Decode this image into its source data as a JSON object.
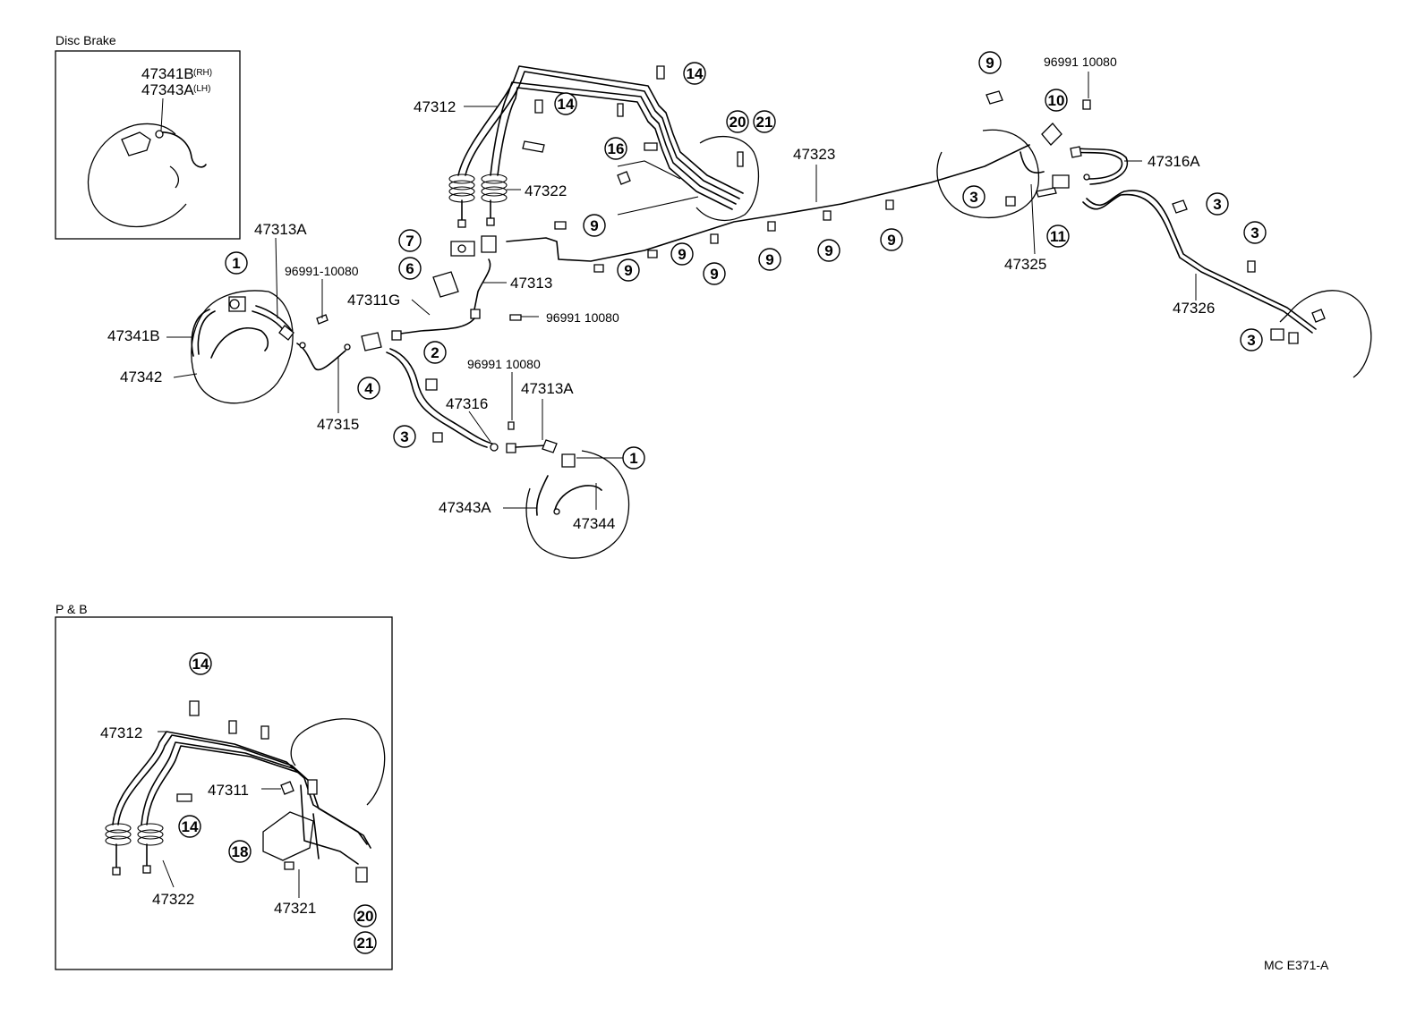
{
  "insets": {
    "disc_brake": {
      "title": "Disc Brake",
      "part_rh": "47341B",
      "part_rh_side": "(RH)",
      "part_lh": "47343A",
      "part_lh_side": "(LH)"
    },
    "p_and_b": {
      "title": "P & B"
    }
  },
  "parts": {
    "p47312": "47312",
    "p47322": "47322",
    "p47313A": "47313A",
    "p96991_a": "96991-10080",
    "p47311G": "47311G",
    "p47313": "47313",
    "p96991_b": "96991 10080",
    "p47341B": "47341B",
    "p47342": "47342",
    "p47315": "47315",
    "p47316": "47316",
    "p96991_c": "96991 10080",
    "p47313A_b": "47313A",
    "p47343A": "47343A",
    "p47344": "47344",
    "p47323": "47323",
    "p96991_d": "96991 10080",
    "p47316A": "47316A",
    "p47325": "47325",
    "p47326": "47326",
    "pb47312": "47312",
    "pb47311": "47311",
    "pb47322": "47322",
    "pb47321": "47321"
  },
  "refs": {
    "r14a": "14",
    "r14b": "14",
    "r20": "20",
    "r21": "21",
    "r16": "16",
    "r7": "7",
    "r6": "6",
    "r1a": "1",
    "r2": "2",
    "r4": "4",
    "r3a": "3",
    "r1b": "1",
    "r9a": "9",
    "r9b": "9",
    "r9c": "9",
    "r9d": "9",
    "r9e": "9",
    "r9f": "9",
    "r9g": "9",
    "r9h": "9",
    "r10": "10",
    "r11": "11",
    "r3b": "3",
    "r3c": "3",
    "r3d": "3",
    "r3e": "3",
    "pb14a": "14",
    "pb14b": "14",
    "pb18": "18",
    "pb20": "20",
    "pb21": "21"
  },
  "footer": {
    "code": "MC  E371-A"
  }
}
